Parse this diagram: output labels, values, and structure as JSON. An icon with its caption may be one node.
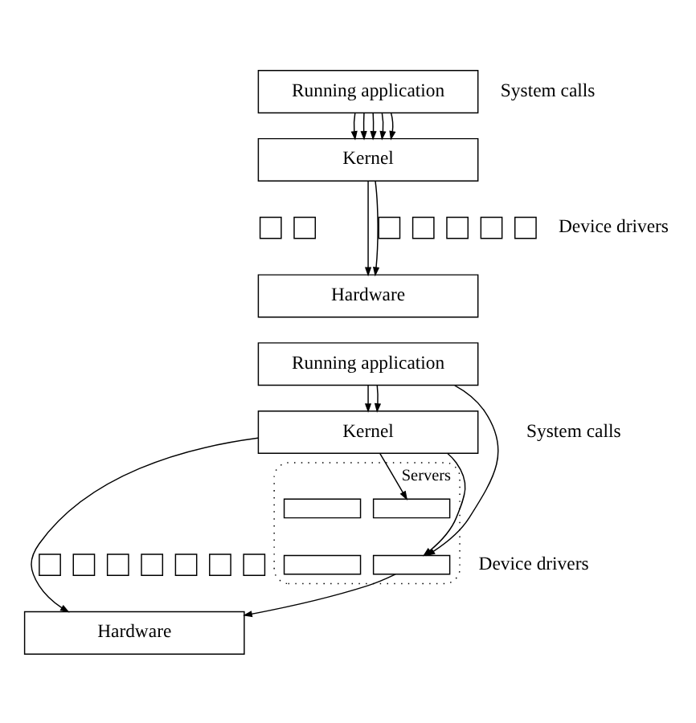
{
  "diagram": {
    "nodes": [
      {
        "text": [
          "Running application"
        ]
      },
      {
        "text": [
          "Kernel"
        ]
      },
      {
        "text": [],
        "shape": "box"
      },
      {
        "text": [],
        "shape": "box"
      },
      {
        "text": [],
        "shape": "box"
      },
      {
        "text": [],
        "shape": "box"
      },
      {
        "text": [],
        "shape": "box"
      },
      {
        "text": [],
        "shape": "box"
      },
      {
        "text": [],
        "shape": "box"
      },
      {
        "text": [
          "Hardware"
        ]
      },
      {
        "text": [
          "Running application"
        ]
      },
      {
        "text": [
          "Kernel"
        ]
      },
      {
        "text": [],
        "shape": "ellipse",
        "beside": [
          "Servers"
        ]
      },
      {
        "text": [],
        "shape": "box",
        "in": 12
      },
      {
        "text": [],
        "shape": "box",
        "in": 12
      },
      {
        "text": [],
        "shape": "box",
        "in": 12
      },
      {
        "text": [],
        "shape": "box",
        "in": 12
      },
      {
        "text": [],
        "shape": "box"
      },
      {
        "text": [],
        "shape": "box"
      },
      {
        "text": [],
        "shape": "box"
      },
      {
        "text": [],
        "shape": "box"
      },
      {
        "text": [],
        "shape": "box"
      },
      {
        "text": [],
        "shape": "box"
      },
      {
        "text": [],
        "shape": "box"
      },
      {
        "text": [
          "Hardware"
        ]
      }
    ],
    "edges": [
      {
        "from": 0,
        "to": 1,
        "arrow": "to"
      },
      {
        "from": 0,
        "to": 1,
        "arrow": "to"
      },
      {
        "from": 0,
        "to": 1,
        "arrow": "to"
      },
      {
        "from": 0,
        "to": 1,
        "arrow": "to"
      },
      {
        "from": 0,
        "to": 1,
        "arrow": "to"
      },
      {
        "from": 1,
        "to": 9,
        "arrow": "to"
      },
      {
        "from": 1,
        "to": 9,
        "arrow": "to"
      },
      {
        "from": 10,
        "to": 11,
        "arrow": "to"
      },
      {
        "from": 10,
        "to": 11,
        "arrow": "to"
      },
      {
        "from": 10,
        "to": 15,
        "arrow": "to"
      },
      {
        "from": 11,
        "to": 14,
        "arrow": "to"
      },
      {
        "from": 11,
        "to": 15,
        "arrow": "to"
      },
      {
        "from": 11,
        "to": 24,
        "arrow": "to"
      },
      {
        "from": 15,
        "to": 24,
        "arrow": "to"
      }
    ],
    "labels": [
      "System calls",
      "Device drivers",
      "System calls",
      "Device drivers"
    ]
  }
}
